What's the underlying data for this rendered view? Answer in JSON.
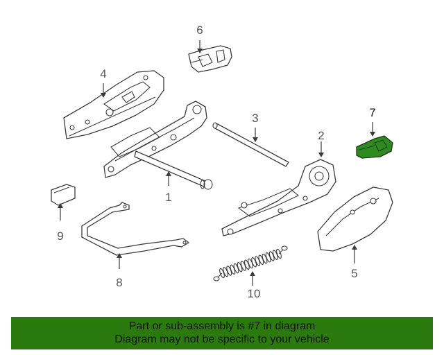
{
  "callouts": {
    "c1": "1",
    "c2": "2",
    "c3": "3",
    "c4": "4",
    "c5": "5",
    "c6": "6",
    "c7": "7",
    "c8": "8",
    "c9": "9",
    "c10": "10"
  },
  "highlighted_part": "7",
  "highlight_color": "#2e8b20",
  "banner": {
    "line1": "Part or sub-assembly is #7 in diagram",
    "line2": "Diagram may not be specific to your vehicle",
    "background": "#2b7a0e"
  }
}
